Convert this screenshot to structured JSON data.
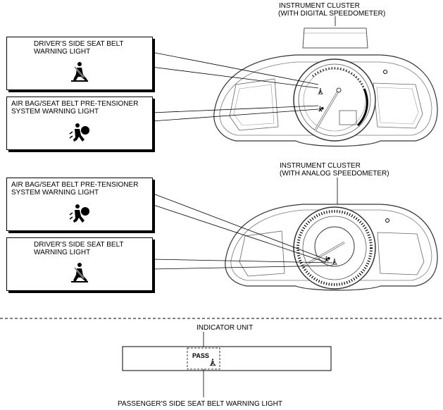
{
  "cluster_digital": {
    "title_line1": "INSTRUMENT CLUSTER",
    "title_line2": "(WITH DIGITAL SPEEDOMETER)"
  },
  "cluster_analog": {
    "title_line1": "INSTRUMENT CLUSTER",
    "title_line2": "(WITH ANALOG SPEEDOMETER)"
  },
  "callouts": {
    "driver_belt_1": {
      "line1": "DRIVER'S SIDE SEAT BELT",
      "line2": "WARNING LIGHT",
      "icon": "seat-belt-icon"
    },
    "airbag_1": {
      "line1": "AIR BAG/SEAT BELT PRE-TENSIONER",
      "line2": "SYSTEM WARNING LIGHT",
      "icon": "airbag-icon"
    },
    "airbag_2": {
      "line1": "AIR BAG/SEAT BELT PRE-TENSIONER",
      "line2": "SYSTEM WARNING LIGHT",
      "icon": "airbag-icon"
    },
    "driver_belt_2": {
      "line1": "DRIVER'S SIDE SEAT BELT",
      "line2": "WARNING LIGHT",
      "icon": "seat-belt-icon"
    }
  },
  "indicator_unit": {
    "title": "INDICATOR UNIT",
    "pass_label": "PASS",
    "caption": "PASSENGER'S SIDE SEAT BELT WARNING LIGHT"
  }
}
